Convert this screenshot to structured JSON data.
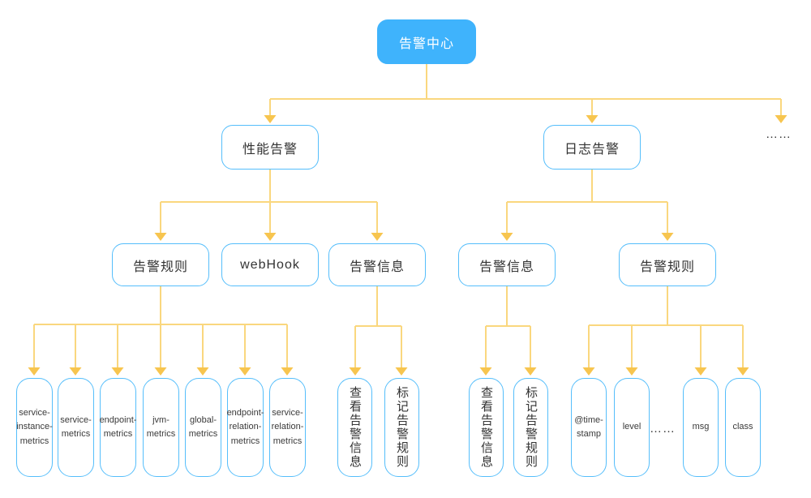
{
  "colors": {
    "root_fill": "#3FB3FC",
    "node_border": "#55BEFB",
    "connector_line": "#FAD77E",
    "connector_arrow": "#F7C54F",
    "text": "#333333"
  },
  "nodes": {
    "root": "告警中心",
    "ellipsis_top": "……",
    "performance": "性能告警",
    "log": "日志告警",
    "perf_rules": "告警规则",
    "webhook": "webHook",
    "perf_info": "告警信息",
    "log_info": "告警信息",
    "log_rules": "告警规则",
    "perf_rule_leaves": [
      "service-instance-metrics",
      "service-metrics",
      "endpoint-metrics",
      "jvm-metrics",
      "global-metrics",
      "endpoint-relation-metrics",
      "service-relation-metrics"
    ],
    "perf_info_leaves": [
      "查看告警信息",
      "标记告警规则"
    ],
    "log_info_leaves": [
      "查看告警信息",
      "标记告警规则"
    ],
    "log_rule_leaves": [
      "@time-stamp",
      "level",
      "msg",
      "class"
    ],
    "ellipsis_bottom": "……"
  }
}
